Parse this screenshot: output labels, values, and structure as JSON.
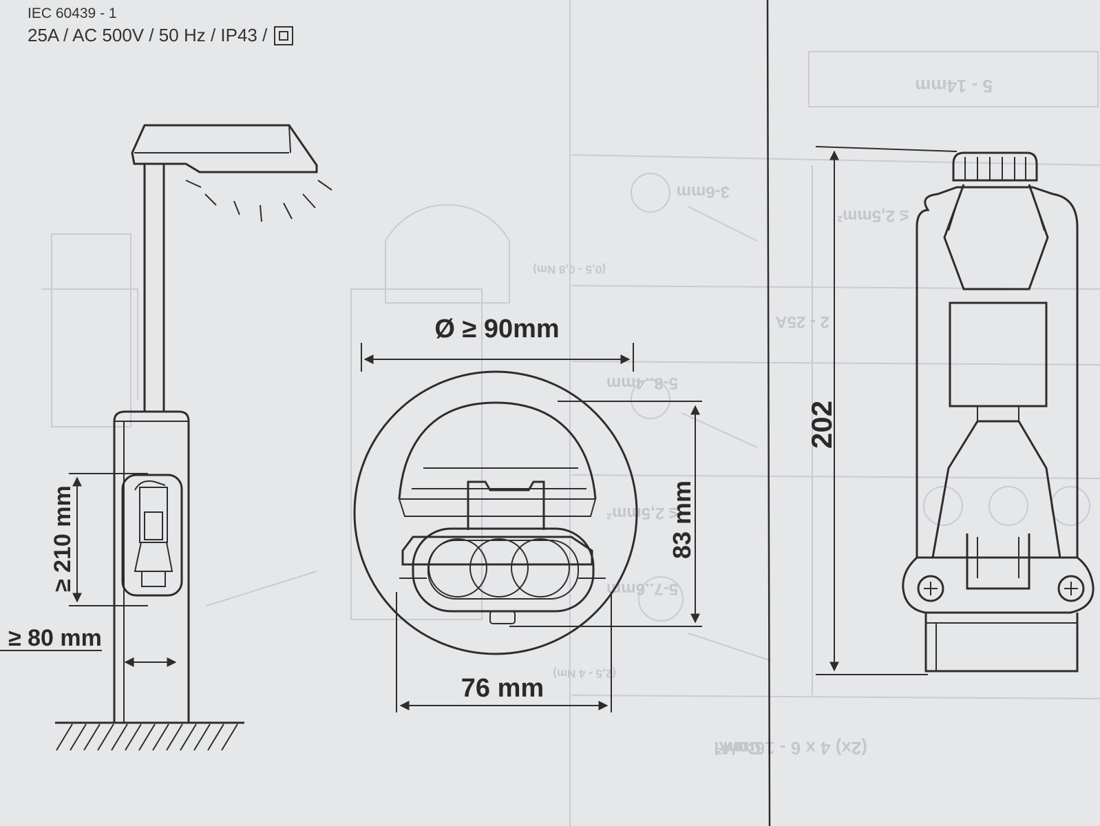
{
  "header": {
    "standard": "IEC 60439 - 1",
    "rating": "25A / AC 500V / 50 Hz / IP43 /"
  },
  "dimensions": {
    "height_min": "≥ 210 mm",
    "width_min": "≥ 80 mm",
    "diameter_min": "Ø ≥ 90mm",
    "depth": "83 mm",
    "width": "76 mm",
    "length": "202"
  },
  "background_text": [
    "3-6mm",
    "(0,5 - 0,8 Nm)",
    "2 - 25A",
    "5-8..4mm",
    "≤ 2,5mm²",
    "5-7..6mm",
    "(2,5 - 4 Nm)",
    "(2x) 4 x 6 - 16mm²",
    "Cu/Al",
    "5 - 14mm",
    "≤ 2,5mm²"
  ],
  "colors": {
    "paper": "#e6e7e9",
    "ink": "#2d2d2d",
    "ghost": "#c9cbcf"
  }
}
